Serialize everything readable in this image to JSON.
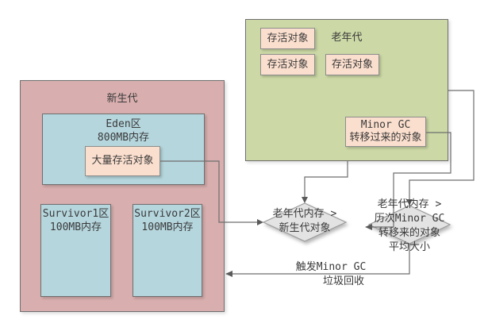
{
  "colors": {
    "canvas_bg": "#ffffff",
    "young_bg": "#d8aeae",
    "young_border": "#6f6f6f",
    "region_bg": "#b5d6dd",
    "region_border": "#6f6f6f",
    "object_bg": "#fbdfce",
    "object_border": "#8d8d8d",
    "old_bg": "#ccd9a6",
    "diamond_bg": "#e3e3e3",
    "diamond_border": "#9b9b9b",
    "connector": "#6e6e6e",
    "arrow": "#5a5a5a",
    "text": "#3a3a3a"
  },
  "young_gen": {
    "title": "新生代",
    "eden": {
      "name": "Eden区",
      "memory": "800MB内存"
    },
    "eden_objects": "大量存活对象",
    "survivor1": {
      "name": "Survivor1区",
      "memory": "100MB内存"
    },
    "survivor2": {
      "name": "Survivor2区",
      "memory": "100MB内存"
    }
  },
  "old_gen": {
    "title": "老年代",
    "live_objects": [
      "存活对象",
      "存活对象",
      "存活对象"
    ],
    "transferred": {
      "line1": "Minor GC",
      "line2": "转移过来的对象"
    }
  },
  "decisions": {
    "left": {
      "line1": "老年代内存 >",
      "line2": "新生代对象"
    },
    "right": {
      "line1": "老年代内存 >",
      "line2": "历次Minor GC",
      "line3": "转移来的对象",
      "line4": "平均大小"
    }
  },
  "labels": {
    "trigger": {
      "line1": "触发Minor GC",
      "line2": "垃圾回收"
    }
  }
}
